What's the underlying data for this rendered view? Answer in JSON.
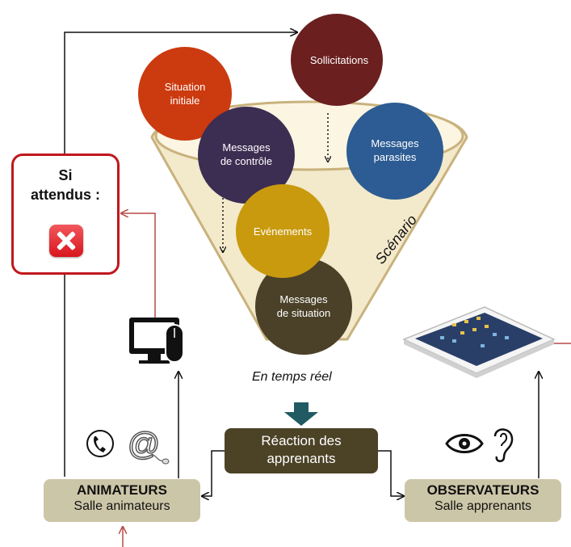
{
  "circles": {
    "situation_initiale": "Situation initiale",
    "sollicitations": "Sollicitations",
    "messages_controle": "Messages de contrôle",
    "messages_parasites": "Messages parasites",
    "evenements": "Evénements",
    "messages_situation": "Messages de situation"
  },
  "funnel_label": "Scénario",
  "realtime_label": "En temps réel",
  "reaction": {
    "line1": "Réaction des",
    "line2": "apprenants"
  },
  "animateurs": {
    "title": "ANIMATEURS",
    "subtitle": "Salle animateurs"
  },
  "observateurs": {
    "title": "OBSERVATEURS",
    "subtitle": "Salle apprenants"
  },
  "si_attendus": {
    "line1": "Si",
    "line2": "attendus :"
  },
  "colors": {
    "situation_initiale": "#cc3a0f",
    "sollicitations": "#6b1f1f",
    "messages_controle": "#3c2d52",
    "messages_parasites": "#2c5c93",
    "evenements": "#c99a0e",
    "messages_situation": "#4a4128",
    "role_box": "#ccc6a8",
    "reaction_box": "#4c4226",
    "funnel_fill": "#f3e9cb",
    "funnel_stroke": "#c9b27d",
    "feedback_arrow": "#b94a48",
    "down_arrow": "#215a63"
  },
  "icons": [
    "phone-icon",
    "at-mouse-icon",
    "eye-icon",
    "ear-icon",
    "computer-mouse-icon",
    "tablet-icon",
    "x-close-icon"
  ]
}
